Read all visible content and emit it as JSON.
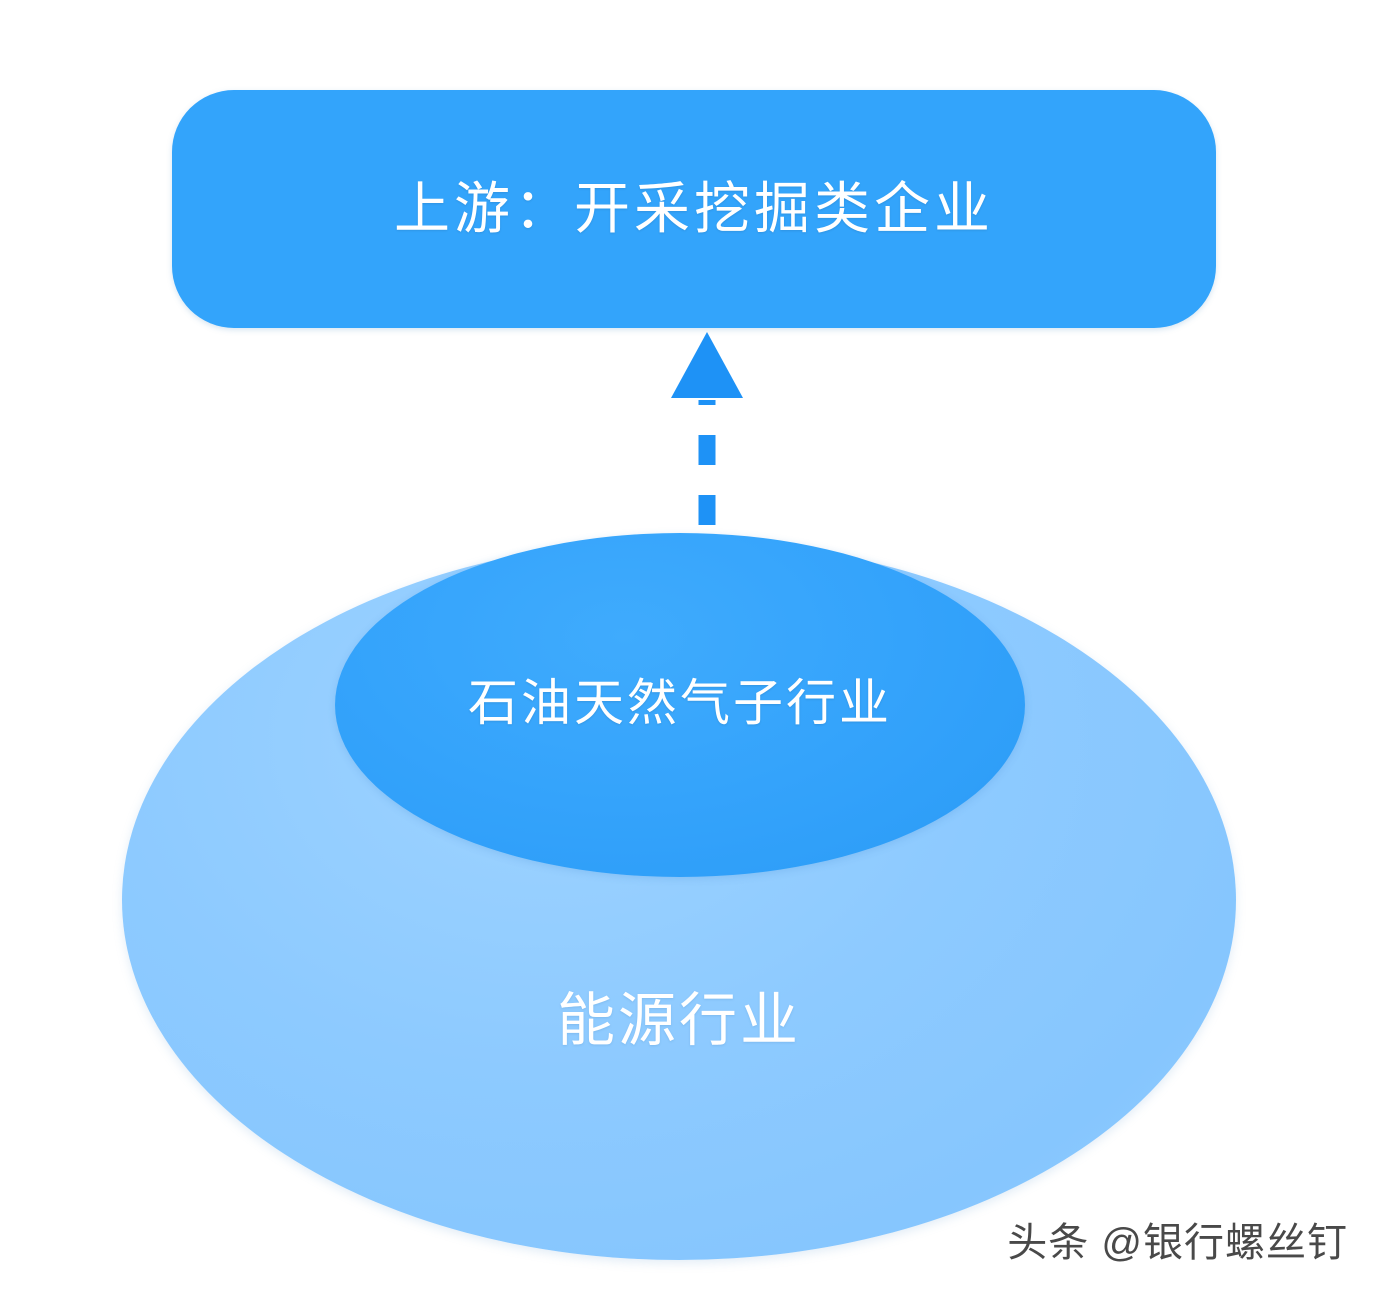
{
  "diagram": {
    "title_box": {
      "label": "上游：开采挖掘类企业",
      "fill_color": "#33a4fb",
      "text_color": "#ffffff",
      "shape": "rounded-rectangle"
    },
    "connector": {
      "icon": "dashed-up-arrow-icon",
      "style": "dashed",
      "direction": "up",
      "color": "#1e92f6",
      "from": "石油天然气子行业",
      "to": "上游：开采挖掘类企业"
    },
    "outer_set": {
      "label": "能源行业",
      "fill_color": "#8dcaff",
      "text_color": "#ffffff",
      "shape": "ellipse"
    },
    "inner_set": {
      "label": "石油天然气子行业",
      "fill_color": "#34a3fb",
      "text_color": "#ffffff",
      "shape": "ellipse"
    }
  },
  "watermark": {
    "text": "头条 @银行螺丝钉",
    "color": "#3a3a3a"
  }
}
